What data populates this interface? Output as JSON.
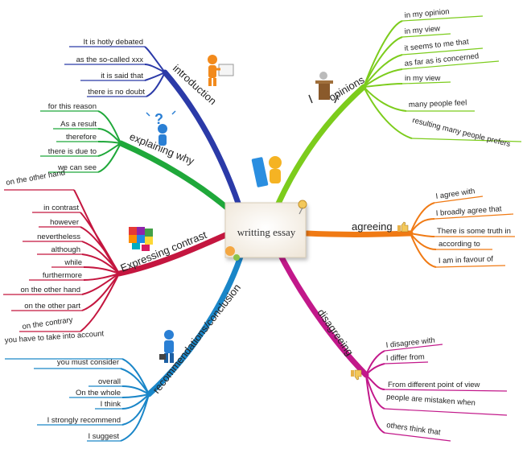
{
  "center": {
    "label": "writting essay"
  },
  "branches": [
    {
      "key": "introduction",
      "label": "introduction",
      "color": "#2b3aa8",
      "items": [
        "It is hotly debated",
        "as the so-called xxx",
        "it is said that",
        "there is no doubt"
      ]
    },
    {
      "key": "explaining",
      "label": "explaining why",
      "color": "#1fa83a",
      "items": [
        "for this reason",
        "As a result",
        "therefore",
        "there is due to",
        "we can see"
      ]
    },
    {
      "key": "contrast",
      "label": "Expressing contrast",
      "color": "#c4163f",
      "items": [
        "on the other hand",
        "in contrast",
        "however",
        "nevertheless",
        "although",
        "while",
        "furthermore",
        "on the other hand",
        "on the other part",
        "on the contrary"
      ]
    },
    {
      "key": "recommend",
      "label": "recommendations/conclusion",
      "color": "#1a86c8",
      "items": [
        "you have to take into account",
        "you must consider",
        "overall",
        "On the whole",
        "I think",
        "I strongly recommend",
        "I suggest"
      ]
    },
    {
      "key": "opinions",
      "label": "opinions",
      "color": "#7ccc1c",
      "items": [
        "in my opinion",
        "in my view",
        "it seems to me that",
        "as far as is concerned",
        "in my view",
        "many people feel",
        "resulting many people prefers"
      ]
    },
    {
      "key": "agreeing",
      "label": "agreeing",
      "color": "#f07a14",
      "items": [
        "I agree with",
        "I broadly agree that",
        "There is some truth in",
        "according to",
        "I am in favour of"
      ]
    },
    {
      "key": "disagreeing",
      "label": "disagreeing",
      "color": "#c2188a",
      "items": [
        "I disagree with",
        "I differ from",
        "From different point of view",
        "people are mistaken when",
        "others think that"
      ]
    }
  ]
}
